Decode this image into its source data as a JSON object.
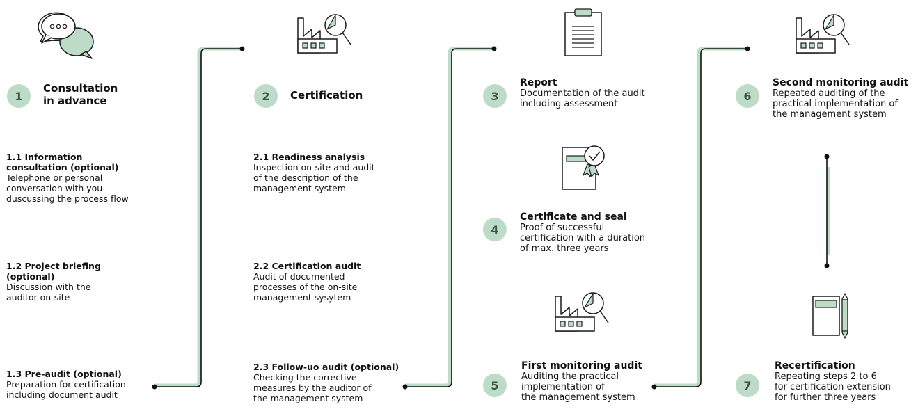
{
  "steps": {
    "s1": {
      "num": "1",
      "title": "Consultation\nin advance"
    },
    "s2": {
      "num": "2",
      "title": "Certification"
    },
    "s3": {
      "num": "3",
      "title": "Report",
      "text": "Documentation of the audit\nincluding assessment"
    },
    "s4": {
      "num": "4",
      "title": "Certificate and seal",
      "text": "Proof of successful\ncertification with a duration\nof max. three years"
    },
    "s5": {
      "num": "5",
      "title": "First monitoring audit",
      "text": "Auditing the practical\nimplementation of\nthe management system"
    },
    "s6": {
      "num": "6",
      "title": "Second monitoring audit",
      "text": "Repeated auditing of the\npractical implementation of\nthe management system"
    },
    "s7": {
      "num": "7",
      "title": "Recertification",
      "text": "Repeating steps 2 to 6\nfor certification extension\nfor further three years"
    }
  },
  "substeps": {
    "s1_1": {
      "title": "1.1 Information\nconsultation (optional)",
      "text": "Telephone or personal\nconversation with you\nduscussing the process flow"
    },
    "s1_2": {
      "title": "1.2 Project briefing\n (optional)",
      "text": "Discussion with the\nauditor on-site"
    },
    "s1_3": {
      "title": "1.3 Pre-audit (optional)",
      "text": "Preparation for certification\nincluding document audit"
    },
    "s2_1": {
      "title": "2.1 Readiness analysis",
      "text": "Inspection on-site and audit\nof the description of the\nmanagement system"
    },
    "s2_2": {
      "title": "2.2 Certification audit",
      "text": "Audit of documented\nprocesses of the on-site\nmanagement sysytem"
    },
    "s2_3": {
      "title": "2.3 Follow-uo audit (optional)",
      "text": "Checking the corrective\nmeasures by the auditor of\nthe management system"
    }
  },
  "colors": {
    "accent": "#bcdcc8",
    "accent_dark": "#3d5146",
    "line": "#111111",
    "icon_stroke": "#1a1a1a"
  },
  "icons": [
    "chat-bubbles-icon",
    "factory-audit-icon",
    "clipboard-icon",
    "certificate-icon",
    "notebook-pen-icon"
  ]
}
